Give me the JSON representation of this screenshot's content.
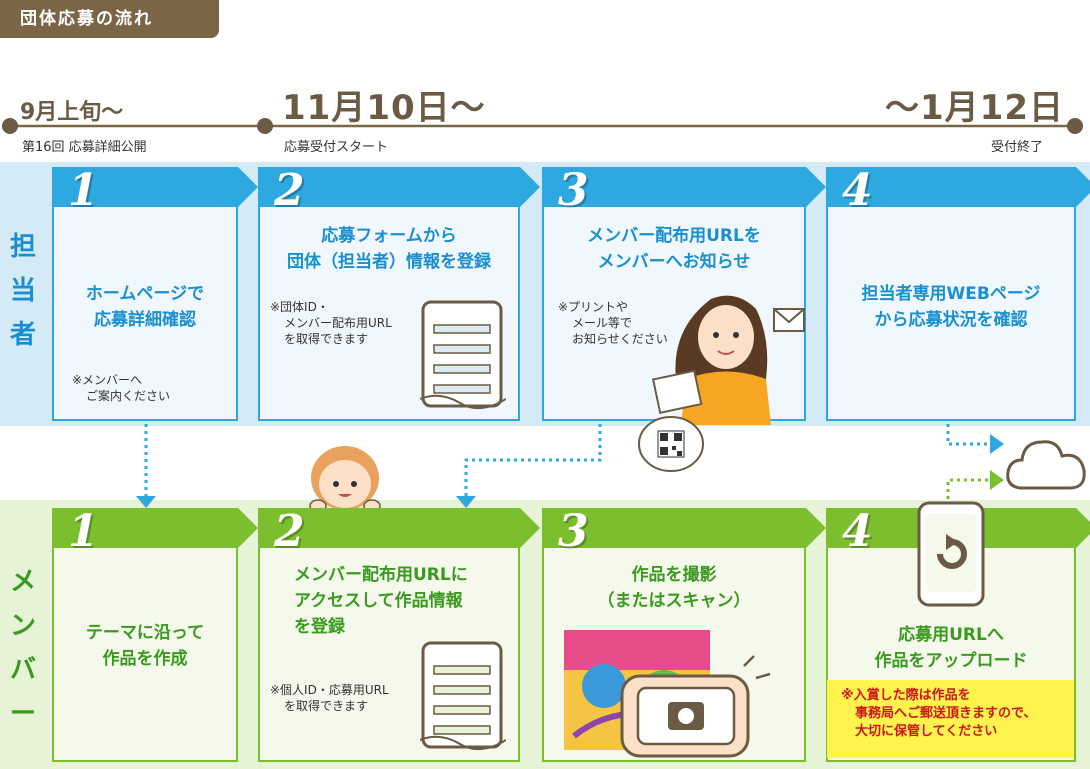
{
  "header": {
    "title": "団体応募の流れ"
  },
  "timeline": {
    "start": {
      "date": "9月上旬〜",
      "caption": "第16回 応募詳細公開"
    },
    "mid": {
      "date": "11月10日〜",
      "caption": "応募受付スタート"
    },
    "end": {
      "date": "〜1月12日",
      "caption": "受付終了"
    }
  },
  "rows": {
    "manager": {
      "label": "担当者"
    },
    "member": {
      "label": "メンバー"
    }
  },
  "manager_steps": [
    {
      "num": "1",
      "line1": "ホームページで",
      "line2": "応募詳細確認",
      "note1": "※メンバーへ",
      "note2": "ご案内ください"
    },
    {
      "num": "2",
      "line1": "応募フォームから",
      "line2": "団体（担当者）情報を登録",
      "note1": "※団体ID・",
      "note2": "メンバー配布用URL",
      "note3": "を取得できます"
    },
    {
      "num": "3",
      "line1": "メンバー配布用URLを",
      "line2": "メンバーへお知らせ",
      "note1": "※プリントや",
      "note2": "メール等で",
      "note3": "お知らせください"
    },
    {
      "num": "4",
      "line1": "担当者専用WEBページ",
      "line2": "から応募状況を確認"
    }
  ],
  "member_steps": [
    {
      "num": "1",
      "line1": "テーマに沿って",
      "line2": "作品を作成"
    },
    {
      "num": "2",
      "line1": "メンバー配布用URLに",
      "line2": "アクセスして作品情報",
      "line3": "を登録",
      "note1": "※個人ID・応募用URL",
      "note2": "を取得できます"
    },
    {
      "num": "3",
      "line1": "作品を撮影",
      "line2": "（またはスキャン）"
    },
    {
      "num": "4",
      "line1": "応募用URLへ",
      "line2": "作品をアップロード",
      "warn1": "※入賞した際は作品を",
      "warn2": "事務局へご郵送頂きますので、",
      "warn3": "大切に保管してください"
    }
  ],
  "colors": {
    "brown": "#7a6647",
    "blue": "#2ea8e0",
    "green": "#7bbf2e",
    "warn_bg": "#fff34d",
    "warn_text": "#d0141c"
  }
}
